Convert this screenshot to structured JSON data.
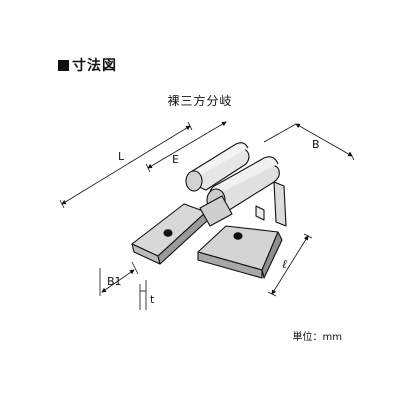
{
  "heading": {
    "text": "寸法図"
  },
  "subtitle": "裸三方分岐",
  "dimensions": {
    "L": "L",
    "E": "E",
    "B": "B",
    "B1": "B1",
    "t": "t",
    "l": "ℓ"
  },
  "unit": "単位：mm"
}
